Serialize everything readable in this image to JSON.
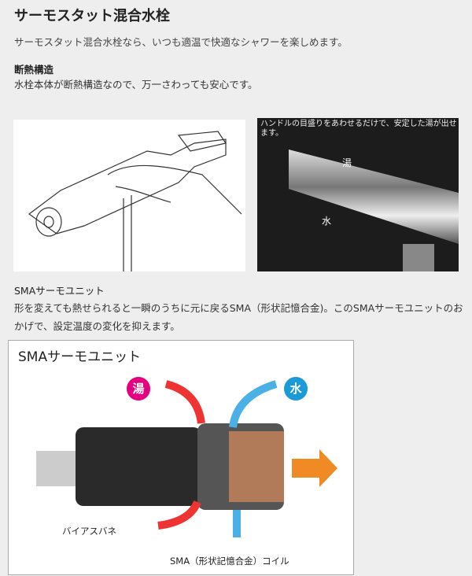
{
  "title": "サーモスタット混合水栓",
  "intro": "サーモスタット混合水栓なら、いつも適温で快適なシャワーを楽しめます。",
  "section1": {
    "heading": "断熱構造",
    "text": "水栓本体が断熱構造なので、万一さわっても安心です。"
  },
  "photo": {
    "caption": "ハンドルの目盛りをあわせるだけで、安定した湯が出せます。",
    "hot_label": "湯",
    "cold_label": "水"
  },
  "section2": {
    "heading": "SMAサーモユニット",
    "text": "形を変えても熱せられると一瞬のうちに元に戻るSMA（形状記憶合金)。このSMAサーモユニットのおかげで、設定温度の変化を抑えます。"
  },
  "diagram": {
    "title": "SMAサーモユニット",
    "hot_label": "湯",
    "cold_label": "水",
    "spring_label": "バイアスバネ",
    "coil_label": "SMA（形状記憶合金）コイル",
    "hot_color": "#e4007f",
    "cold_color": "#1a9ad6"
  }
}
